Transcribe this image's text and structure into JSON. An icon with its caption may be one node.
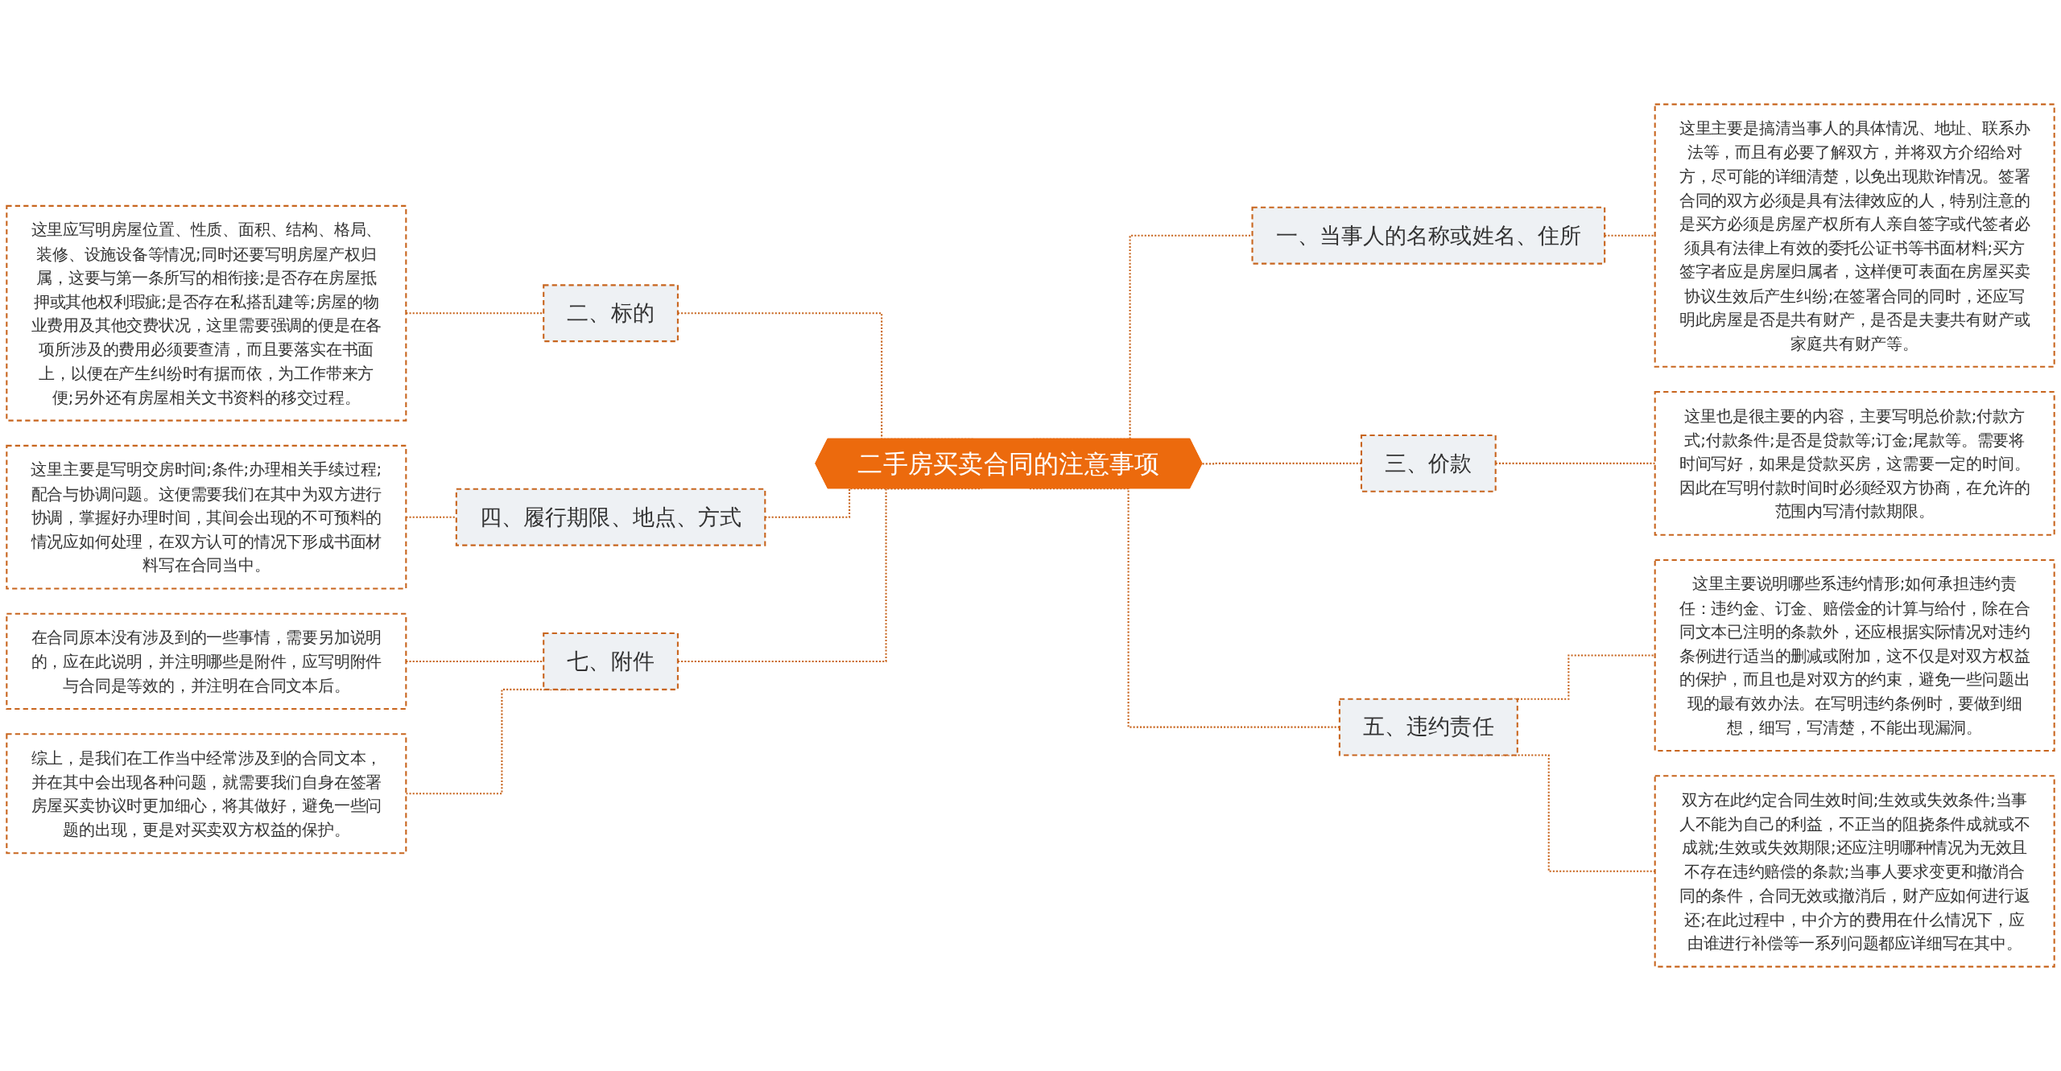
{
  "diagram": {
    "nodes": [
      {
        "text": [
          "二手房买卖合同的注意事项"
        ]
      },
      {
        "text": [
          "一、当事人的名称或姓名、住所"
        ]
      },
      {
        "text": [
          "这里主要是搞清当事人的具体情况、地址、联系办法等，而且有必要了解双方，并将双方介绍给对方，尽可能的详细清楚，以免出现欺诈情况。签署合同的双方必须是具有法律效应的人，特别注意的是买方必须是房屋产权所有人亲自签字或代签者必须具有法律上有效的委托公证书等书面材料;买方签字者应是房屋归属者，这样便可表面在房屋买卖协议生效后产生纠纷;在签署合同的同时，还应写明此房屋是否是共有财产，是否是夫妻共有财产或家庭共有财产等。"
        ]
      },
      {
        "text": [
          "二、标的"
        ]
      },
      {
        "text": [
          "这里应写明房屋位置、性质、面积、结构、格局、装修、设施设备等情况;同时还要写明房屋产权归属，这要与第一条所写的相衔接;是否存在房屋抵押或其他权利瑕疵;是否存在私搭乱建等;房屋的物业费用及其他交费状况，这里需要强调的便是在各项所涉及的费用必须要查清，而且要落实在书面上，以便在产生纠纷时有据而依，为工作带来方便;另外还有房屋相关文书资料的移交过程。"
        ]
      },
      {
        "text": [
          "三、价款"
        ]
      },
      {
        "text": [
          "这里也是很主要的内容，主要写明总价款;付款方式;付款条件;是否是贷款等;订金;尾款等。需要将时间写好，如果是贷款买房，这需要一定的时间。因此在写明付款时间时必须经双方协商，在允许的范围内写清付款期限。"
        ]
      },
      {
        "text": [
          "四、履行期限、地点、方式"
        ]
      },
      {
        "text": [
          "这里主要是写明交房时间;条件;办理相关手续过程;配合与协调问题。这便需要我们在其中为双方进行协调，掌握好办理时间，其间会出现的不可预料的情况应如何处理，在双方认可的情况下形成书面材料写在合同当中。"
        ]
      },
      {
        "text": [
          "五、违约责任"
        ]
      },
      {
        "text": [
          "这里主要说明哪些系违约情形;如何承担违约责任：违约金、订金、赔偿金的计算与给付，除在合同文本已注明的条款外，还应根据实际情况对违约条例进行适当的删减或附加，这不仅是对双方权益的保护，而且也是对双方的约束，避免一些问题出现的最有效办法。在写明违约条例时，要做到细想，细写，写清楚，不能出现漏洞。"
        ]
      },
      {
        "text": [
          "双方在此约定合同生效时间;生效或失效条件;当事人不能为自己的利益，不正当的阻挠条件成就或不成就;生效或失效期限;还应注明哪种情况为无效且不存在违约赔偿的条款;当事人要求变更和撤消合同的条件，合同无效或撤消后，财产应如何进行返还;在此过程中，中介方的费用在什么情况下，应由谁进行补偿等一系列问题都应详细写在其中。"
        ]
      },
      {
        "text": [
          "七、附件"
        ]
      },
      {
        "text": [
          "在合同原本没有涉及到的一些事情，需要另加说明的，应在此说明，并注明哪些是附件，应写明附件与合同是等效的，并注明在合同文本后。"
        ]
      },
      {
        "text": [
          "综上，是我们在工作当中经常涉及到的合同文本，并在其中会出现各种问题，就需要我们自身在签署房屋买卖协议时更加细心，将其做好，避免一些问题的出现，更是对买卖双方权益的保护。"
        ]
      }
    ],
    "edges": [
      {
        "from": 0,
        "to": 1,
        "arrow": "none",
        "style": "dashed"
      },
      {
        "from": 1,
        "to": 2,
        "arrow": "none",
        "style": "dashed"
      },
      {
        "from": 0,
        "to": 3,
        "arrow": "none",
        "style": "dashed"
      },
      {
        "from": 3,
        "to": 4,
        "arrow": "none",
        "style": "dashed"
      },
      {
        "from": 0,
        "to": 5,
        "arrow": "none",
        "style": "dashed"
      },
      {
        "from": 5,
        "to": 6,
        "arrow": "none",
        "style": "dashed"
      },
      {
        "from": 0,
        "to": 7,
        "arrow": "none",
        "style": "dashed"
      },
      {
        "from": 7,
        "to": 8,
        "arrow": "none",
        "style": "dashed"
      },
      {
        "from": 0,
        "to": 9,
        "arrow": "none",
        "style": "dashed"
      },
      {
        "from": 9,
        "to": 10,
        "arrow": "none",
        "style": "dashed"
      },
      {
        "from": 9,
        "to": 11,
        "arrow": "none",
        "style": "dashed"
      },
      {
        "from": 0,
        "to": 12,
        "arrow": "none",
        "style": "dashed"
      },
      {
        "from": 12,
        "to": 13,
        "arrow": "none",
        "style": "dashed"
      },
      {
        "from": 12,
        "to": 14,
        "arrow": "none",
        "style": "dashed"
      }
    ]
  }
}
